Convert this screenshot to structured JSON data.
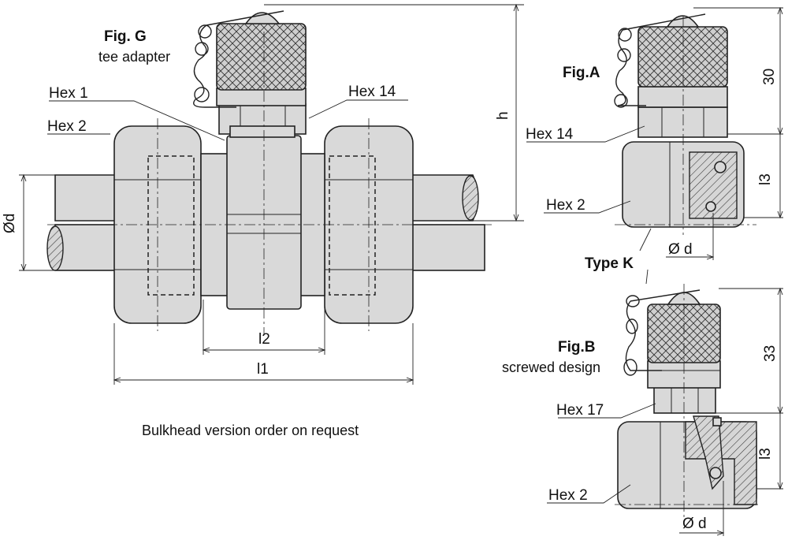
{
  "figures": {
    "fig_g": {
      "title": "Fig. G",
      "subtitle": "tee adapter"
    },
    "fig_a": {
      "title": "Fig.A"
    },
    "fig_b": {
      "title": "Fig.B",
      "subtitle": "screwed design"
    },
    "type_k": "Type K"
  },
  "labels": {
    "hex1": "Hex 1",
    "hex2_g": "Hex 2",
    "hex14_g": "Hex 14",
    "hex14_a": "Hex 14",
    "hex2_a": "Hex 2",
    "hex17_b": "Hex 17",
    "hex2_b": "Hex 2"
  },
  "dimensions": {
    "h": "h",
    "d_g": "Ød",
    "l1": "l1",
    "l2": "l2",
    "dim30": "30",
    "l3_a": "l3",
    "d_a": "Ø d",
    "dim33": "33",
    "l3_b": "l3",
    "d_b": "Ø d"
  },
  "note": "Bulkhead version order on request"
}
